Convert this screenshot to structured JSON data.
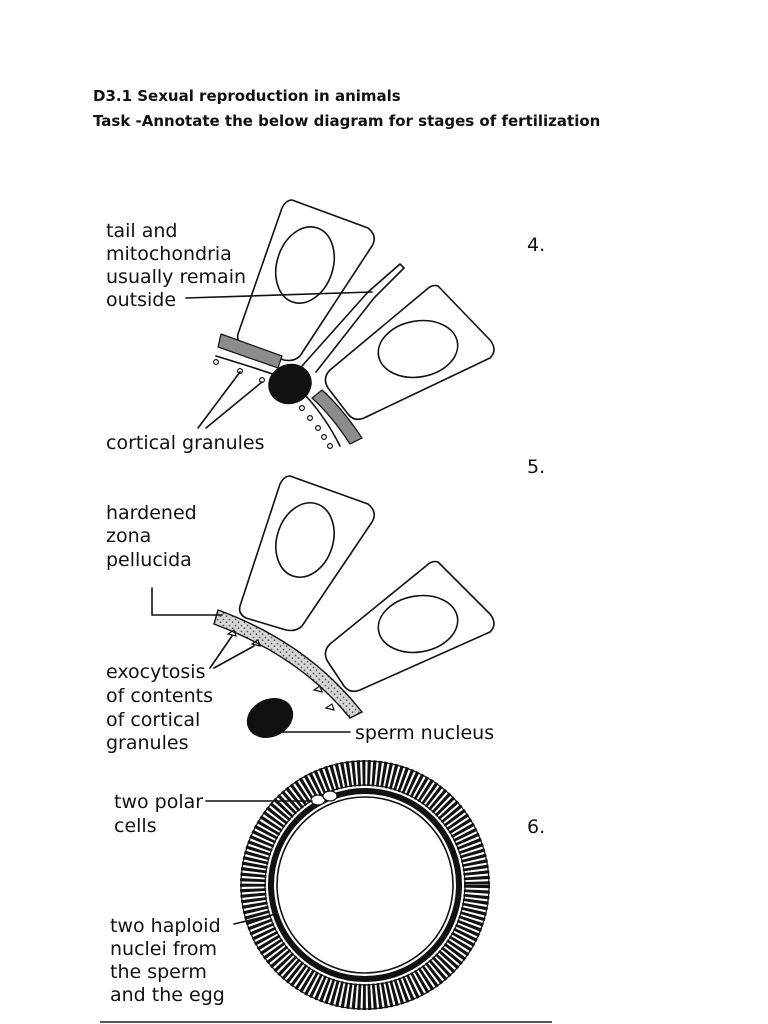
{
  "header": {
    "title": "D3.1 Sexual reproduction in animals",
    "task": "Task -Annotate the below diagram for stages of fertilization"
  },
  "stages": [
    {
      "number": "4.",
      "labels": {
        "tail_line1": "tail and",
        "tail_line2": "mitochondria",
        "tail_line3": "usually remain",
        "tail_line4": "outside",
        "cortical": "cortical granules"
      }
    },
    {
      "number": "5.",
      "labels": {
        "zona_line1": "hardened",
        "zona_line2": "zona",
        "zona_line3": "pellucida",
        "exo_line1": "exocytosis",
        "exo_line2": "of contents",
        "exo_line3": "of cortical",
        "exo_line4": "granules",
        "sperm": "sperm nucleus"
      }
    },
    {
      "number": "6.",
      "labels": {
        "polar_line1": "two polar",
        "polar_line2": "cells",
        "haploid_line1": "two haploid",
        "haploid_line2": "nuclei from",
        "haploid_line3": "the sperm",
        "haploid_line4": "and the egg"
      }
    }
  ]
}
